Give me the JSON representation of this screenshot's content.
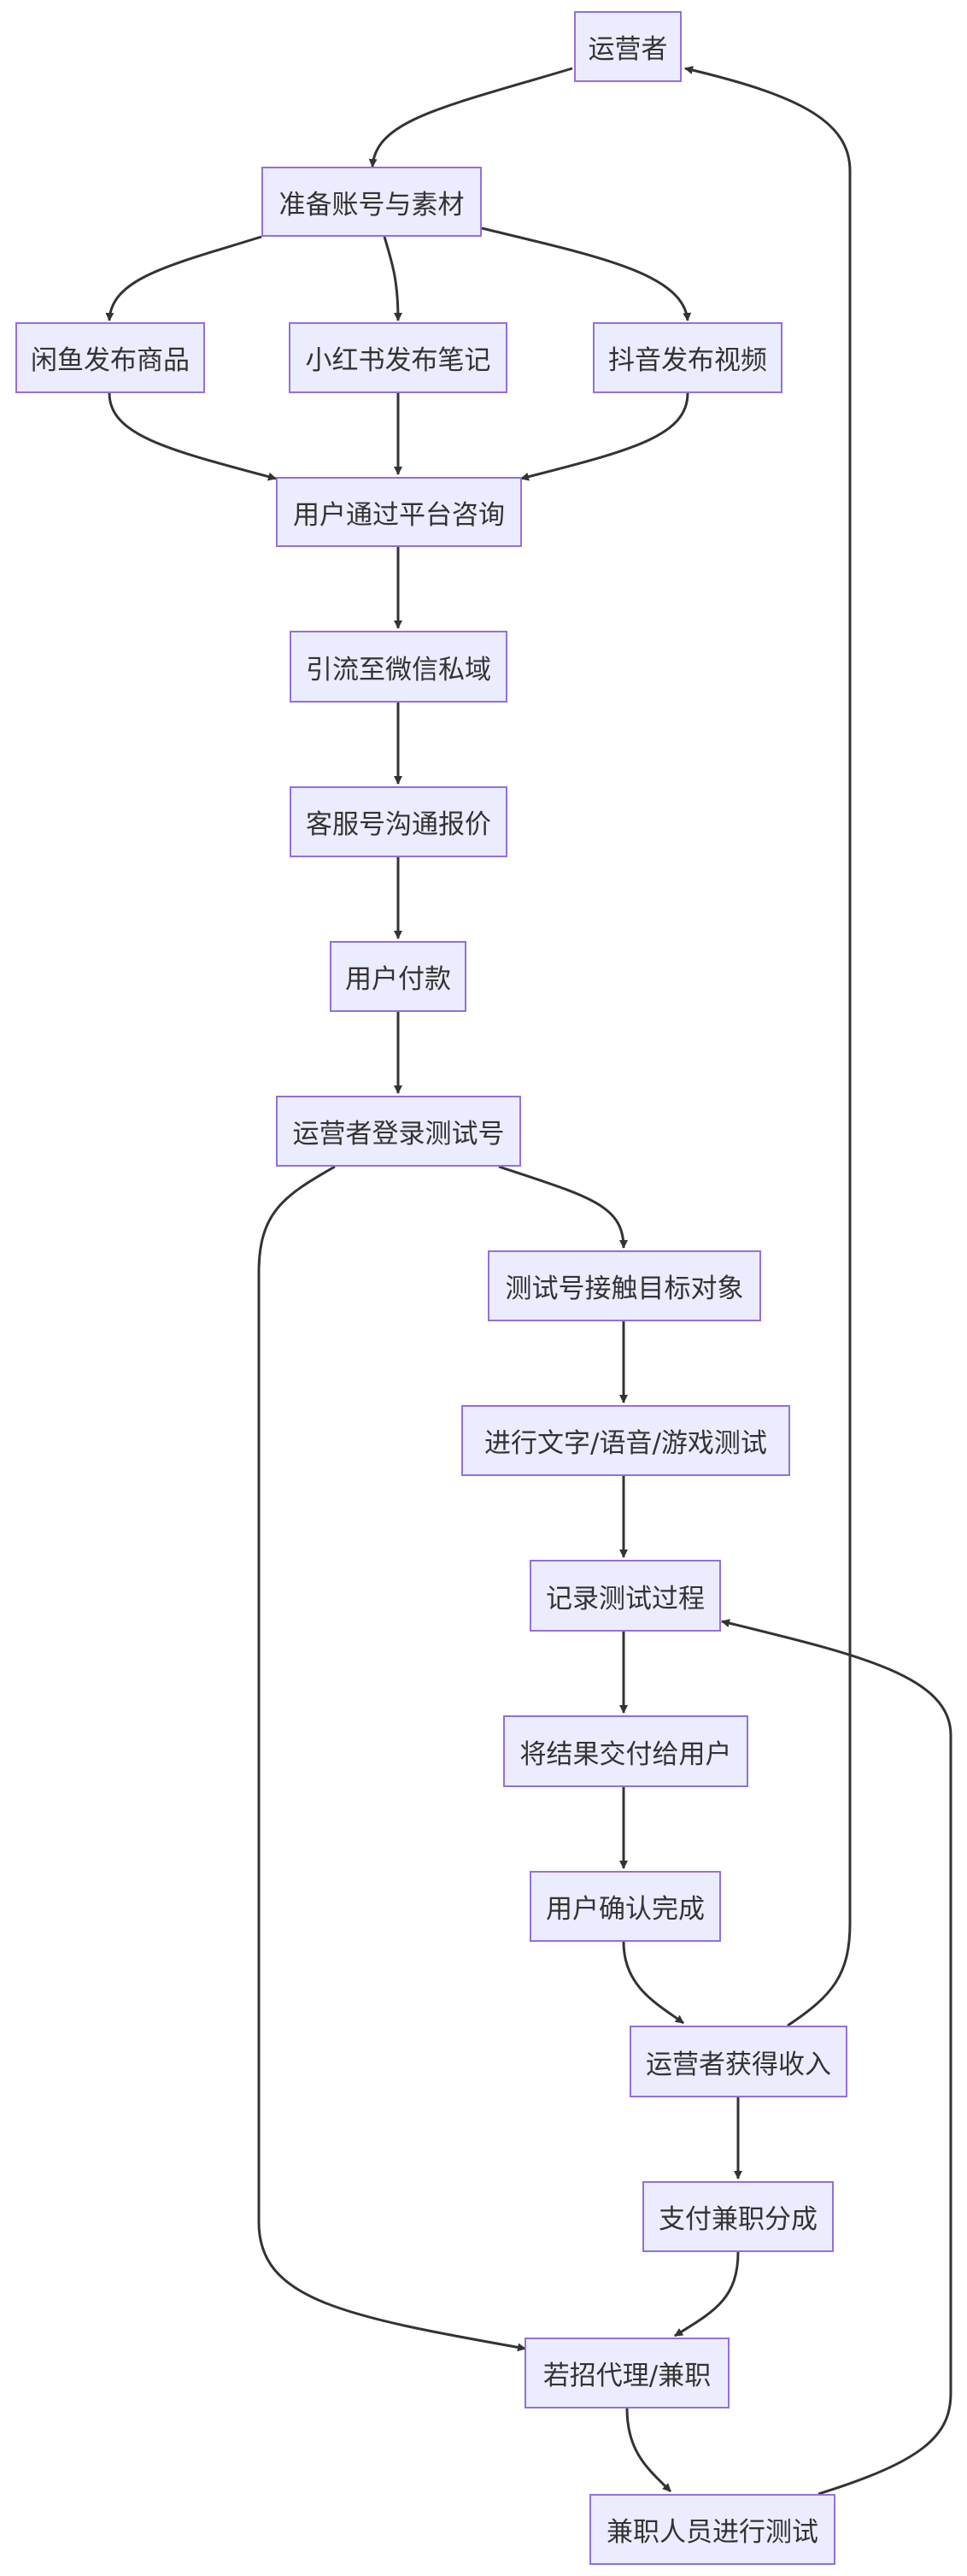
{
  "colors": {
    "node_fill": "#ECECFF",
    "node_stroke": "#9370DB",
    "edge": "#333333",
    "text": "#333333"
  },
  "nodes": {
    "operator": "运营者",
    "prepare": "准备账号与素材",
    "xianyu": "闲鱼发布商品",
    "xiaohongshu": "小红书发布笔记",
    "douyin": "抖音发布视频",
    "consult": "用户通过平台咨询",
    "wechat": "引流至微信私域",
    "quote": "客服号沟通报价",
    "pay": "用户付款",
    "login": "运营者登录测试号",
    "contact": "测试号接触目标对象",
    "test": "进行文字/语音/游戏测试",
    "record": "记录测试过程",
    "deliver": "将结果交付给用户",
    "confirm": "用户确认完成",
    "income": "运营者获得收入",
    "share": "支付兼职分成",
    "recruit": "若招代理/兼职",
    "parttime": "兼职人员进行测试"
  },
  "edges": [
    [
      "operator",
      "prepare"
    ],
    [
      "prepare",
      "xianyu"
    ],
    [
      "prepare",
      "xiaohongshu"
    ],
    [
      "prepare",
      "douyin"
    ],
    [
      "xianyu",
      "consult"
    ],
    [
      "xiaohongshu",
      "consult"
    ],
    [
      "douyin",
      "consult"
    ],
    [
      "consult",
      "wechat"
    ],
    [
      "wechat",
      "quote"
    ],
    [
      "quote",
      "pay"
    ],
    [
      "pay",
      "login"
    ],
    [
      "login",
      "contact"
    ],
    [
      "contact",
      "test"
    ],
    [
      "test",
      "record"
    ],
    [
      "record",
      "deliver"
    ],
    [
      "deliver",
      "confirm"
    ],
    [
      "confirm",
      "income"
    ],
    [
      "income",
      "operator"
    ],
    [
      "income",
      "share"
    ],
    [
      "login",
      "recruit"
    ],
    [
      "share",
      "recruit"
    ],
    [
      "recruit",
      "parttime"
    ],
    [
      "parttime",
      "record"
    ]
  ]
}
